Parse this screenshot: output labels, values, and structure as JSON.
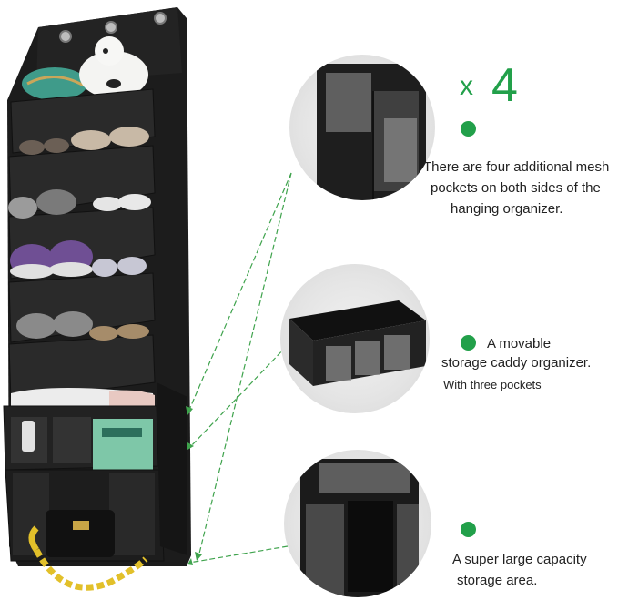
{
  "badge": {
    "x": "x",
    "count": "4"
  },
  "captions": {
    "pockets": {
      "line1": "There are four additional mesh",
      "line2": "pockets on both sides of the",
      "line3": "hanging organizer."
    },
    "caddy": {
      "line1": "A movable",
      "line2": "storage caddy organizer.",
      "line3": "With three pockets"
    },
    "storage": {
      "line1": "A super large capacity",
      "line2": "storage area."
    }
  },
  "colors": {
    "accent": "#22a04a",
    "fabric": "#1c1c1c",
    "arrow": "#3fa34d"
  }
}
